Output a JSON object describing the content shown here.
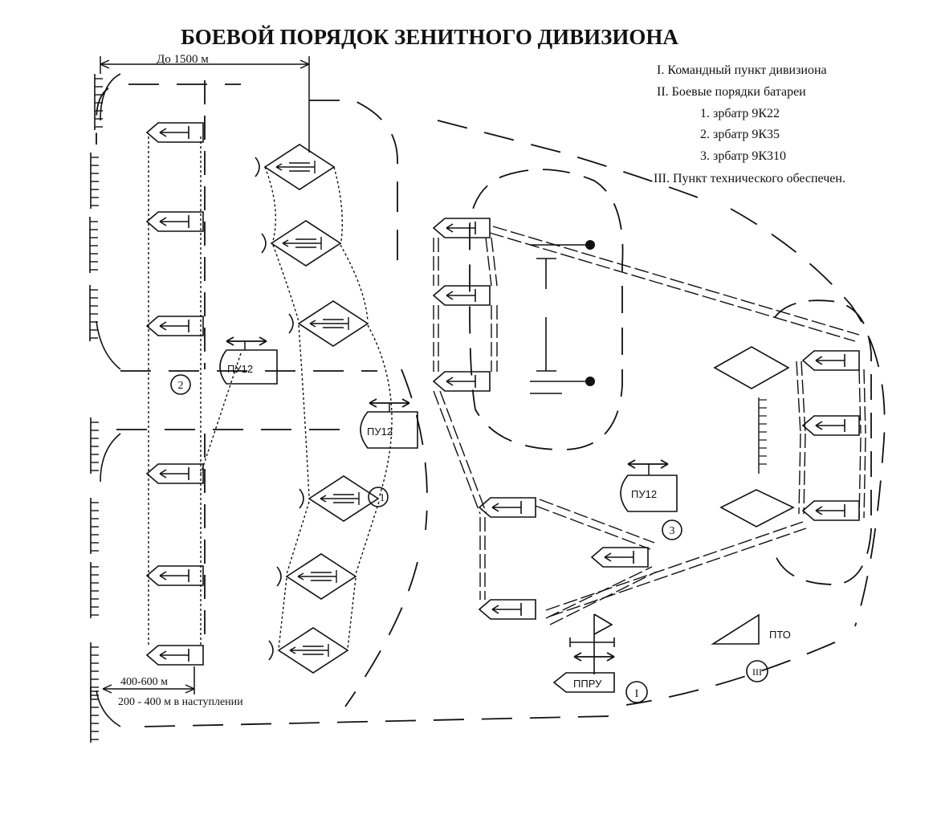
{
  "title": "БОЕВОЙ ПОРЯДОК ЗЕНИТНОГО ДИВИЗИОНА",
  "legend": {
    "l1": "I. Командный пункт дивизиона",
    "l2": "II. Боевые порядки батареи",
    "l3": "1. зрбатр 9К22",
    "l4": "2. зрбатр 9К35",
    "l5": "3. зрбатр 9К310",
    "l6": "III. Пункт технического обеспечен."
  },
  "labels": {
    "range_top": "До 1500 м",
    "range_bottom_1": "400-600 м",
    "range_bottom_2": "200 - 400 м в наступлении",
    "pu12_a": "ПУ12",
    "pu12_b": "ПУ12",
    "pu12_c": "ПУ12",
    "ppru": "ППРУ",
    "pto": "ПТО",
    "mark_1": "1",
    "mark_2": "2",
    "mark_3": "3",
    "mark_I": "I",
    "mark_III": "III"
  }
}
